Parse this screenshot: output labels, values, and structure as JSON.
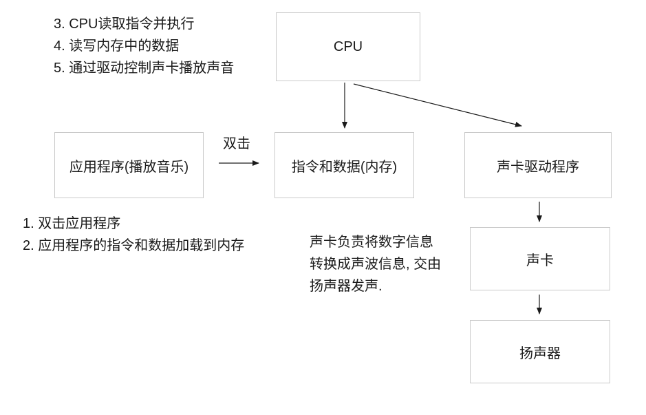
{
  "steps_top": [
    "3. CPU读取指令并执行",
    "4. 读写内存中的数据",
    "5. 通过驱动控制声卡播放声音"
  ],
  "steps_left": [
    "1. 双击应用程序",
    "2. 应用程序的指令和数据加载到内存"
  ],
  "nodes": {
    "cpu": "CPU",
    "app": "应用程序(播放音乐)",
    "memory": "指令和数据(内存)",
    "driver": "声卡驱动程序",
    "sound_card": "声卡",
    "speaker": "扬声器"
  },
  "edge_label": "双击",
  "note": [
    "声卡负责将数字信息",
    "转换成声波信息, 交由",
    "扬声器发声."
  ],
  "colors": {
    "box_border": "#c9c9c9",
    "arrow": "#1a1a1a"
  }
}
